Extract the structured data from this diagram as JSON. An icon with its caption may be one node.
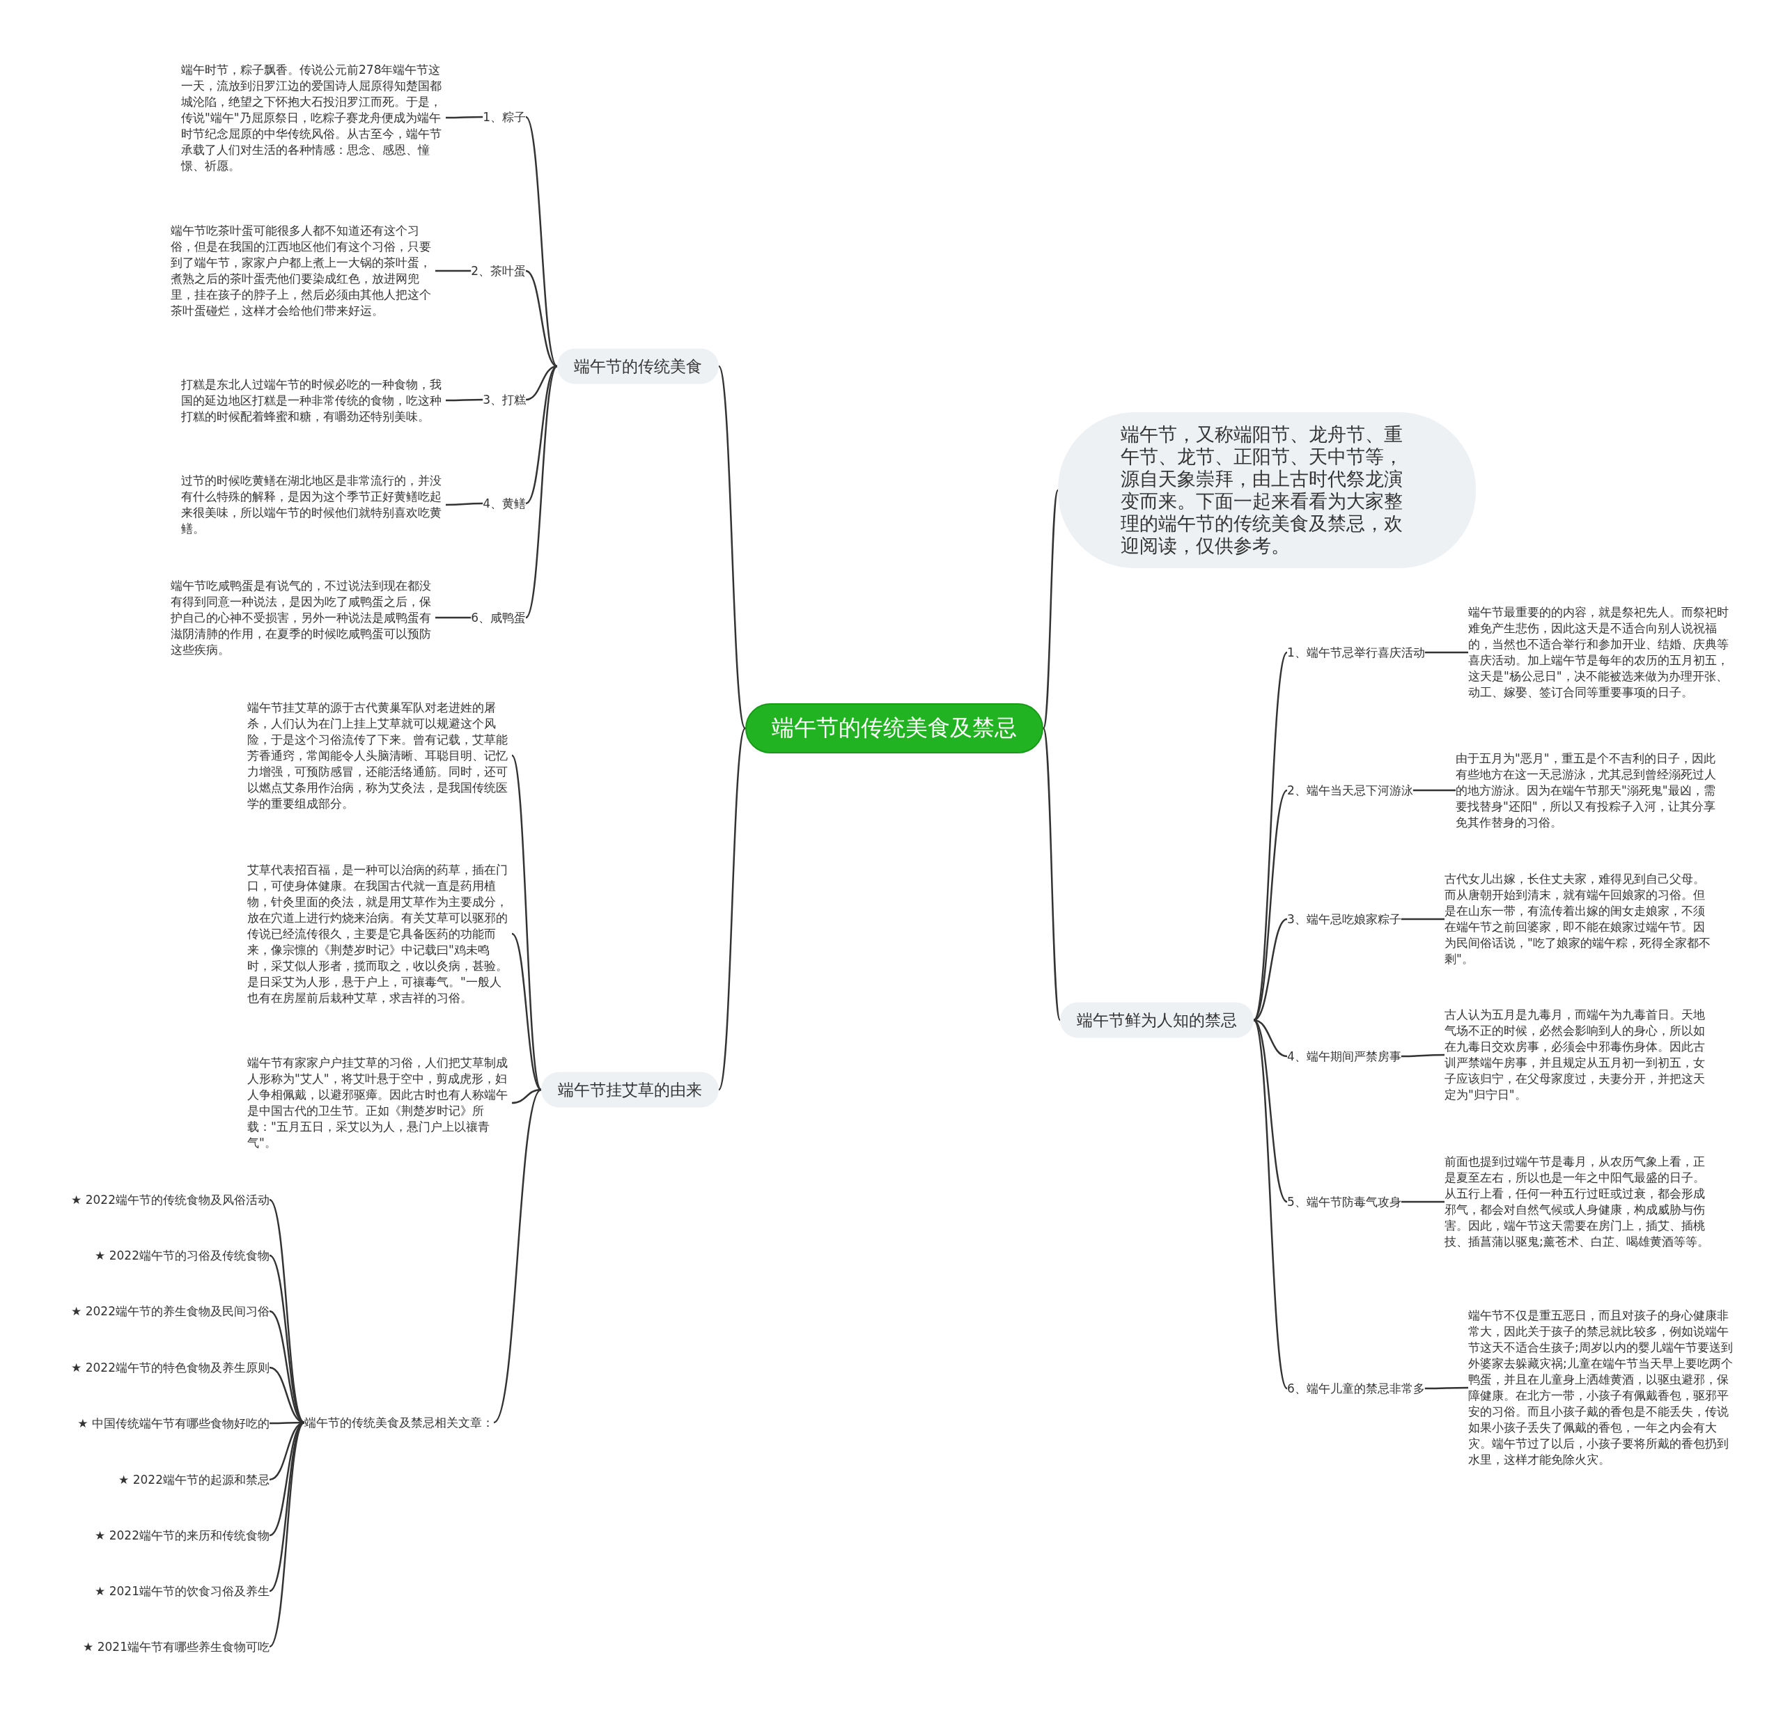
{
  "diagram": {
    "nodes": [
      {
        "text": [
          "端午节的传统美食及禁忌"
        ]
      },
      {
        "text": [
          "端午节的传统美食"
        ]
      },
      {
        "text": [
          "1、粽子"
        ]
      },
      {
        "text": [
          "端午时节，粽子飘香。传说公元前278年端午节这一天，流放到汨罗江边的爱国诗人屈原得知楚国都城沦陷，绝望之下怀抱大石投汨罗江而死。于是，传说\"端午\"乃屈原祭日，吃粽子赛龙舟便成为端午时节纪念屈原的中华传统风俗。从古至今，端午节承载了人们对生活的各种情感：思念、感恩、憧憬、祈愿。"
        ]
      },
      {
        "text": [
          "2、茶叶蛋"
        ]
      },
      {
        "text": [
          "端午节吃茶叶蛋可能很多人都不知道还有这个习俗，但是在我国的江西地区他们有这个习俗，只要到了端午节，家家户户都上煮上一大锅的茶叶蛋，煮熟之后的茶叶蛋壳他们要染成红色，放进网兜里，挂在孩子的脖子上，然后必须由其他人把这个茶叶蛋碰烂，这样才会给他们带来好运。"
        ]
      },
      {
        "text": [
          "3、打糕"
        ]
      },
      {
        "text": [
          "打糕是东北人过端午节的时候必吃的一种食物，我国的延边地区打糕是一种非常传统的食物，吃这种打糕的时候配着蜂蜜和糖，有嚼劲还特别美味。"
        ]
      },
      {
        "text": [
          "4、黄鳝"
        ]
      },
      {
        "text": [
          "过节的时候吃黄鳝在湖北地区是非常流行的，并没有什么特殊的解释，是因为这个季节正好黄鳝吃起来很美味，所以端午节的时候他们就特别喜欢吃黄鳝。"
        ]
      },
      {
        "text": [
          "6、咸鸭蛋"
        ]
      },
      {
        "text": [
          "端午节吃咸鸭蛋是有说气的，不过说法到现在都没有得到同意一种说法，是因为吃了咸鸭蛋之后，保护自己的心神不受损害，另外一种说法是咸鸭蛋有滋阴清肺的作用，在夏季的时候吃咸鸭蛋可以预防这些疾病。"
        ]
      },
      {
        "text": [
          "端午节，又称端阳节、龙舟节、重午节、龙节、正阳节、天中节等，源自天象崇拜，由上古时代祭龙演变而来。下面一起来看看为大家整理的端午节的传统美食及禁忌，欢迎阅读，仅供参考。"
        ]
      },
      {
        "text": [
          "端午节挂艾草的由来"
        ]
      },
      {
        "text": [
          "端午节挂艾草的源于古代黄巢军队对老进姓的屠杀，人们认为在门上挂上艾草就可以规避这个风险，于是这个习俗流传了下来。曾有记载，艾草能芳香通窍，常闻能令人头脑清晰、耳聪目明、记忆力增强，可预防感冒，还能活络通筋。同时，还可以燃点艾条用作治病，称为艾灸法，是我国传统医学的重要组成部分。"
        ]
      },
      {
        "text": [
          "艾草代表招百福，是一种可以治病的药草，插在门口，可使身体健康。在我国古代就一直是药用植物，针灸里面的灸法，就是用艾草作为主要成分，放在穴道上进行灼烧来治病。有关艾草可以驱邪的传说已经流传很久，主要是它具备医药的功能而来，像宗懔的《荆楚岁时记》中记载曰\"鸡未鸣时，采艾似人形者，揽而取之，收以灸病，甚验。是日采艾为人形，悬于户上，可禳毒气。\"一般人也有在房屋前后栽种艾草，求吉祥的习俗。"
        ]
      },
      {
        "text": [
          "端午节有家家户户挂艾草的习俗，人们把艾草制成人形称为\"艾人\"，将艾叶悬于空中，剪成虎形，妇人争相佩戴，以避邪驱瘴。因此古时也有人称端午是中国古代的卫生节。正如《荆楚岁时记》所载：\"五月五日，采艾以为人，悬门户上以禳青气\"。"
        ]
      },
      {
        "text": [
          "端午节的传统美食及禁忌相关文章："
        ]
      },
      {
        "text": [
          "★ 2022端午节的传统食物及风俗活动"
        ]
      },
      {
        "text": [
          "★ 2022端午节的习俗及传统食物"
        ]
      },
      {
        "text": [
          "★ 2022端午节的养生食物及民间习俗"
        ]
      },
      {
        "text": [
          "★ 2022端午节的特色食物及养生原则"
        ]
      },
      {
        "text": [
          "★ 中国传统端午节有哪些食物好吃的"
        ]
      },
      {
        "text": [
          "★ 2022端午节的起源和禁忌"
        ]
      },
      {
        "text": [
          "★ 2022端午节的来历和传统食物"
        ]
      },
      {
        "text": [
          "★ 2021端午节的饮食习俗及养生"
        ]
      },
      {
        "text": [
          "★ 2021端午节有哪些养生食物可吃"
        ]
      },
      {
        "text": [
          "端午节鲜为人知的禁忌"
        ]
      },
      {
        "text": [
          "1、端午节忌举行喜庆活动"
        ]
      },
      {
        "text": [
          "端午节最重要的的内容，就是祭祀先人。而祭祀时难免产生悲伤，因此这天是不适合向别人说祝福的，当然也不适合举行和参加开业、结婚、庆典等喜庆活动。加上端午节是每年的农历的五月初五，这天是\"杨公忌日\"，决不能被选来做为办理开张、动工、嫁娶、签订合同等重要事项的日子。"
        ]
      },
      {
        "text": [
          "2、端午当天忌下河游泳"
        ]
      },
      {
        "text": [
          "由于五月为\"恶月\"，重五是个不吉利的日子，因此有些地方在这一天忌游泳，尤其忌到曾经溺死过人的地方游泳。因为在端午节那天\"溺死鬼\"最凶，需要找替身\"还阳\"，所以又有投粽子入河，让其分享免其作替身的习俗。"
        ]
      },
      {
        "text": [
          "3、端午忌吃娘家粽子"
        ]
      },
      {
        "text": [
          "古代女儿出嫁，长住丈夫家，难得见到自己父母。而从唐朝开始到清末，就有端午回娘家的习俗。但是在山东一带，有流传着出嫁的闺女走娘家，不须在端午节之前回婆家，即不能在娘家过端午节。因为民间俗话说，\"吃了娘家的端午粽，死得全家都不剩\"。"
        ]
      },
      {
        "text": [
          "4、端午期间严禁房事"
        ]
      },
      {
        "text": [
          "古人认为五月是九毒月，而端午为九毒首日。天地气场不正的时候，必然会影响到人的身心，所以如在九毒日交欢房事，必须会中邪毒伤身体。因此古训严禁端午房事，并且规定从五月初一到初五，女子应该归宁，在父母家度过，夫妻分开，并把这天定为\"归宁日\"。"
        ]
      },
      {
        "text": [
          "5、端午节防毒气攻身"
        ]
      },
      {
        "text": [
          "前面也提到过端午节是毒月，从农历气象上看，正是夏至左右，所以也是一年之中阳气最盛的日子。从五行上看，任何一种五行过旺或过衰，都会形成邪气，都会对自然气候或人身健康，构成威胁与伤害。因此，端午节这天需要在房门上，插艾、插桃技、插菖蒲以驱鬼;薰苍术、白芷、喝雄黄酒等等。"
        ]
      },
      {
        "text": [
          "6、端午儿童的禁忌非常多"
        ]
      },
      {
        "text": [
          "端午节不仅是重五恶日，而且对孩子的身心健康非常大，因此关于孩子的禁忌就比较多，例如说端午节这天不适合生孩子;周岁以内的婴儿端午节要送到外婆家去躲藏灾祸;儿童在端午节当天早上要吃两个鸭蛋，并且在儿童身上洒雄黄酒，以驱虫避邪，保障健康。在北方一带，小孩子有佩戴香包，驱邪平安的习俗。而且小孩子戴的香包是不能丢失，传说如果小孩子丢失了佩戴的香包，一年之内会有大灾。端午节过了以后，小孩子要将所戴的香包扔到水里，这样才能免除火灾。"
        ]
      }
    ],
    "edges": [
      {
        "from": 0,
        "to": 1,
        "arrow": "none"
      },
      {
        "from": 1,
        "to": 2,
        "arrow": "none"
      },
      {
        "from": 2,
        "to": 3,
        "arrow": "none"
      },
      {
        "from": 1,
        "to": 4,
        "arrow": "none"
      },
      {
        "from": 4,
        "to": 5,
        "arrow": "none"
      },
      {
        "from": 1,
        "to": 6,
        "arrow": "none"
      },
      {
        "from": 6,
        "to": 7,
        "arrow": "none"
      },
      {
        "from": 1,
        "to": 8,
        "arrow": "none"
      },
      {
        "from": 8,
        "to": 9,
        "arrow": "none"
      },
      {
        "from": 1,
        "to": 10,
        "arrow": "none"
      },
      {
        "from": 10,
        "to": 11,
        "arrow": "none"
      },
      {
        "from": 0,
        "to": 12,
        "arrow": "none"
      },
      {
        "from": 0,
        "to": 13,
        "arrow": "none"
      },
      {
        "from": 13,
        "to": 14,
        "arrow": "none"
      },
      {
        "from": 13,
        "to": 15,
        "arrow": "none"
      },
      {
        "from": 13,
        "to": 16,
        "arrow": "none"
      },
      {
        "from": 13,
        "to": 17,
        "arrow": "none"
      },
      {
        "from": 17,
        "to": 18,
        "arrow": "none"
      },
      {
        "from": 17,
        "to": 19,
        "arrow": "none"
      },
      {
        "from": 17,
        "to": 20,
        "arrow": "none"
      },
      {
        "from": 17,
        "to": 21,
        "arrow": "none"
      },
      {
        "from": 17,
        "to": 22,
        "arrow": "none"
      },
      {
        "from": 17,
        "to": 23,
        "arrow": "none"
      },
      {
        "from": 17,
        "to": 24,
        "arrow": "none"
      },
      {
        "from": 17,
        "to": 25,
        "arrow": "none"
      },
      {
        "from": 17,
        "to": 26,
        "arrow": "none"
      },
      {
        "from": 0,
        "to": 27,
        "arrow": "none"
      },
      {
        "from": 27,
        "to": 28,
        "arrow": "none"
      },
      {
        "from": 28,
        "to": 29,
        "arrow": "none"
      },
      {
        "from": 27,
        "to": 30,
        "arrow": "none"
      },
      {
        "from": 30,
        "to": 31,
        "arrow": "none"
      },
      {
        "from": 27,
        "to": 32,
        "arrow": "none"
      },
      {
        "from": 32,
        "to": 33,
        "arrow": "none"
      },
      {
        "from": 27,
        "to": 34,
        "arrow": "none"
      },
      {
        "from": 34,
        "to": 35,
        "arrow": "none"
      },
      {
        "from": 27,
        "to": 36,
        "arrow": "none"
      },
      {
        "from": 36,
        "to": 37,
        "arrow": "none"
      },
      {
        "from": 27,
        "to": 38,
        "arrow": "none"
      },
      {
        "from": 38,
        "to": 39,
        "arrow": "none"
      }
    ]
  }
}
